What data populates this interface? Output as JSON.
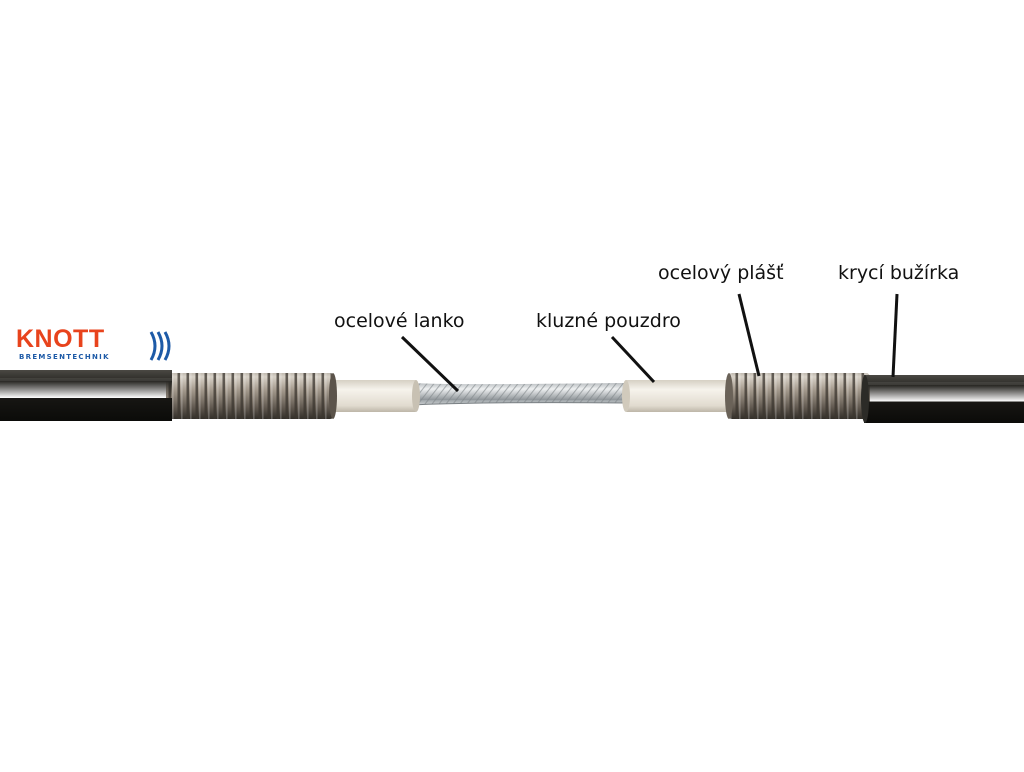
{
  "brand": {
    "name": "KNOTT",
    "tagline": "BREMSENTECHNIK",
    "colors": {
      "primary": "#e8431c",
      "secondary": "#1d5aa7"
    }
  },
  "labels": {
    "steel_cable": "ocelové lanko",
    "sliding_sleeve": "kluzné pouzdro",
    "steel_sheath": "ocelový plášť",
    "cover_tube": "krycí bužírka"
  },
  "colors": {
    "background": "#ffffff",
    "cover_tube": "#1b1a17",
    "steel_sheath": "#9c9286",
    "sliding_sleeve": "#ece7dc",
    "steel_cable": "#c9cdd0",
    "leader_line": "#111111"
  }
}
